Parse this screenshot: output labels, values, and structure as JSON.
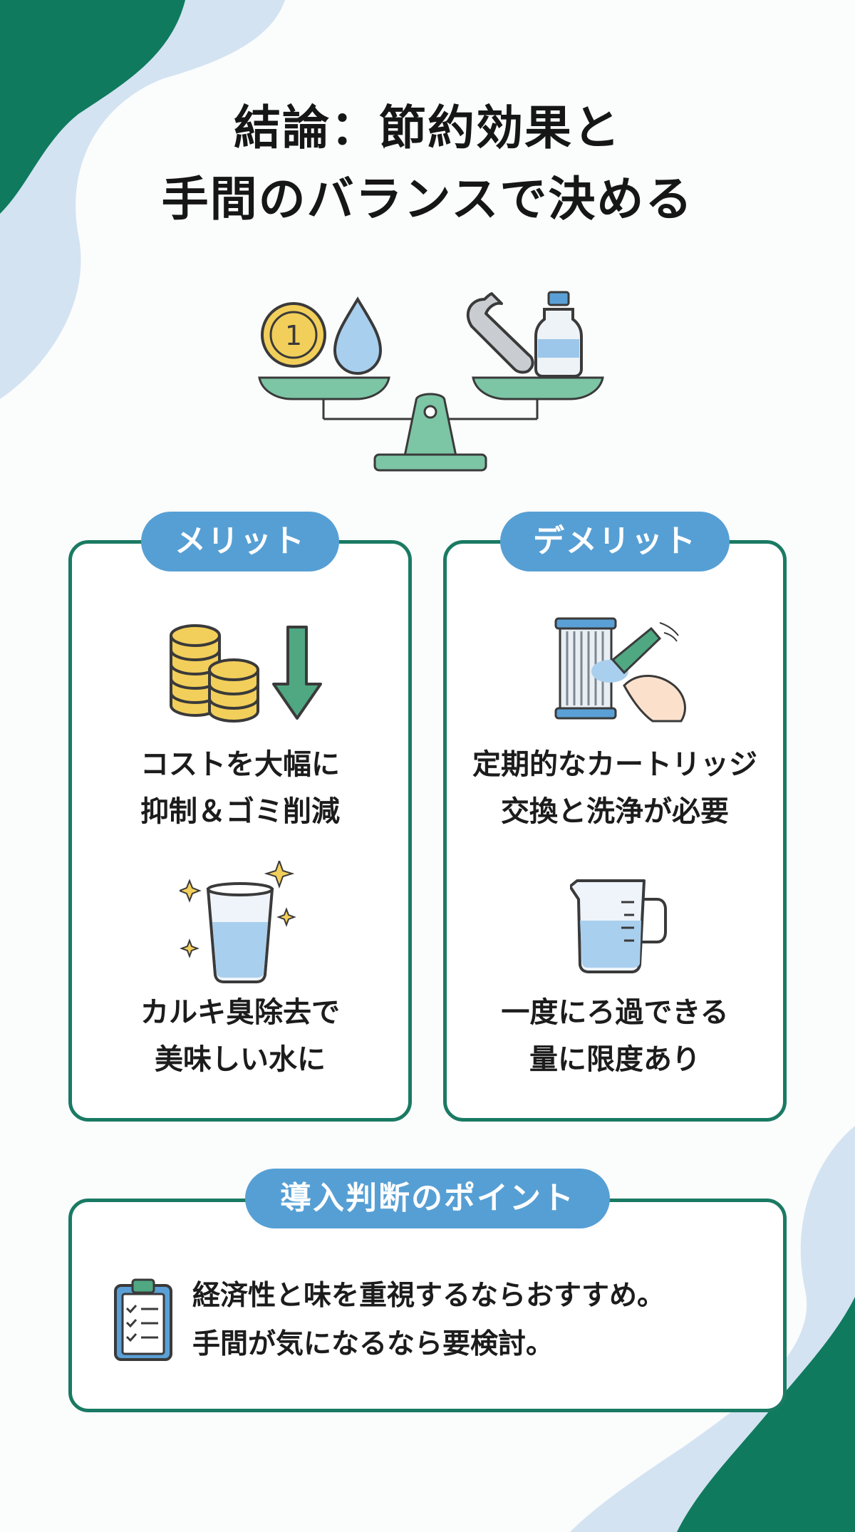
{
  "title": {
    "line1": "結論：節約効果と",
    "line2": "手間のバランスで決める"
  },
  "scale": {
    "coin_symbol": "1",
    "left_icons": [
      "coin-icon",
      "water-drop-icon"
    ],
    "right_icons": [
      "wrench-icon",
      "bottle-icon"
    ]
  },
  "merit": {
    "label": "メリット",
    "items": [
      {
        "icon": "coins-down-arrow-icon",
        "line1": "コストを大幅に",
        "line2": "抑制＆ゴミ削減"
      },
      {
        "icon": "water-glass-sparkle-icon",
        "line1": "カルキ臭除去で",
        "line2": "美味しい水に"
      }
    ]
  },
  "demerit": {
    "label": "デメリット",
    "items": [
      {
        "icon": "cartridge-cleaning-icon",
        "line1": "定期的なカートリッジ",
        "line2": "交換と洗浄が必要"
      },
      {
        "icon": "measuring-pitcher-icon",
        "line1": "一度にろ過できる",
        "line2": "量に限度あり"
      }
    ]
  },
  "decision": {
    "label": "導入判断のポイント",
    "icon": "clipboard-checklist-icon",
    "line1": "経済性と味を重視するならおすすめ。",
    "line2": "手間が気になるなら要検討。"
  },
  "colors": {
    "accent_green": "#1a7a63",
    "scale_green": "#6fbf9f",
    "pill_blue": "#569fd4",
    "light_blue": "#cfe0ef",
    "coin_gold": "#f2cf5b"
  }
}
